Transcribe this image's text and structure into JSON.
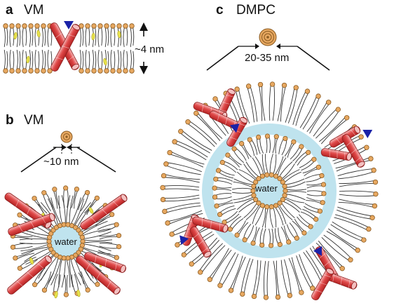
{
  "panels": {
    "a": {
      "letter": "a",
      "name": "VM",
      "thickness": "~4 nm"
    },
    "b": {
      "letter": "b",
      "name": "VM",
      "size": "~10 nm",
      "core": "water"
    },
    "c": {
      "letter": "c",
      "name": "DMPC",
      "size": "20-35 nm",
      "core": "water"
    }
  },
  "colors": {
    "head": "#e7a861",
    "head_stroke": "#8a5a20",
    "helix": "#d83a3a",
    "helix_light": "#f4b2b2",
    "tail": "#333333",
    "water": "#bfe3ee",
    "marker": "#1a22a8",
    "yellow": "#e6e04a"
  },
  "icons": {
    "helix": "helix-cylinder-icon",
    "marker": "blue-triangle-icon",
    "particle": "concentric-particle-icon"
  }
}
